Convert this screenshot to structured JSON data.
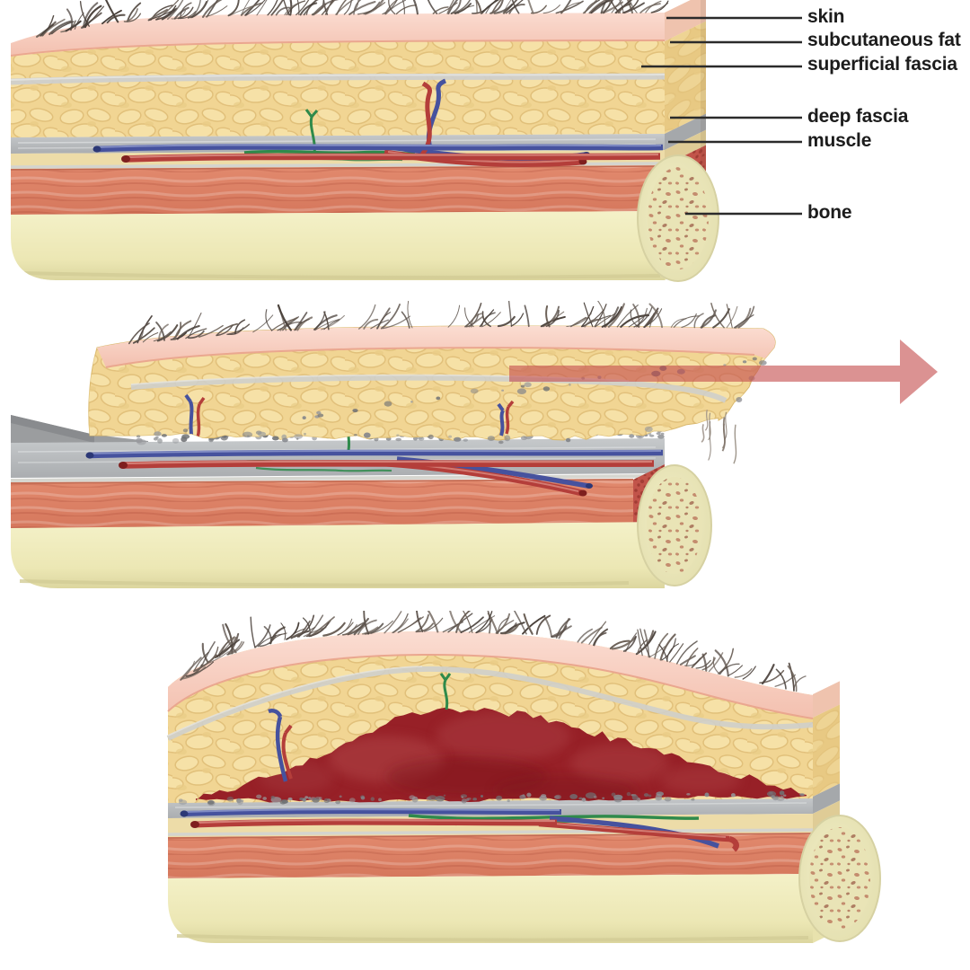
{
  "figure": {
    "background_color": "#ffffff",
    "labels": [
      {
        "id": "skin",
        "text": "skin"
      },
      {
        "id": "subcutaneous-fat",
        "text": "subcutaneous fat"
      },
      {
        "id": "superficial-fascia",
        "text": "superficial fascia"
      },
      {
        "id": "deep-fascia",
        "text": "deep fascia"
      },
      {
        "id": "muscle",
        "text": "muscle"
      },
      {
        "id": "bone",
        "text": "bone"
      }
    ],
    "colors": {
      "skin": "#f5c6b5",
      "subcutaneous_fat": "#f1d593",
      "superficial_fascia": "#cfcfcb",
      "deep_fascia": "#b5b8ba",
      "muscle": "#df856a",
      "muscle_cut_face": "#c2544a",
      "bone": "#efeabf",
      "bone_speckle": "#c08366",
      "hematoma": "#972027",
      "arrow": "#d8918f",
      "vessel_red": "#b43e3a",
      "vessel_blue": "#46529e",
      "nerve_green": "#2f8a4b",
      "hair": "#4a433e",
      "label_text": "#1c1c1c",
      "leader_line": "#2b2b2b"
    }
  }
}
